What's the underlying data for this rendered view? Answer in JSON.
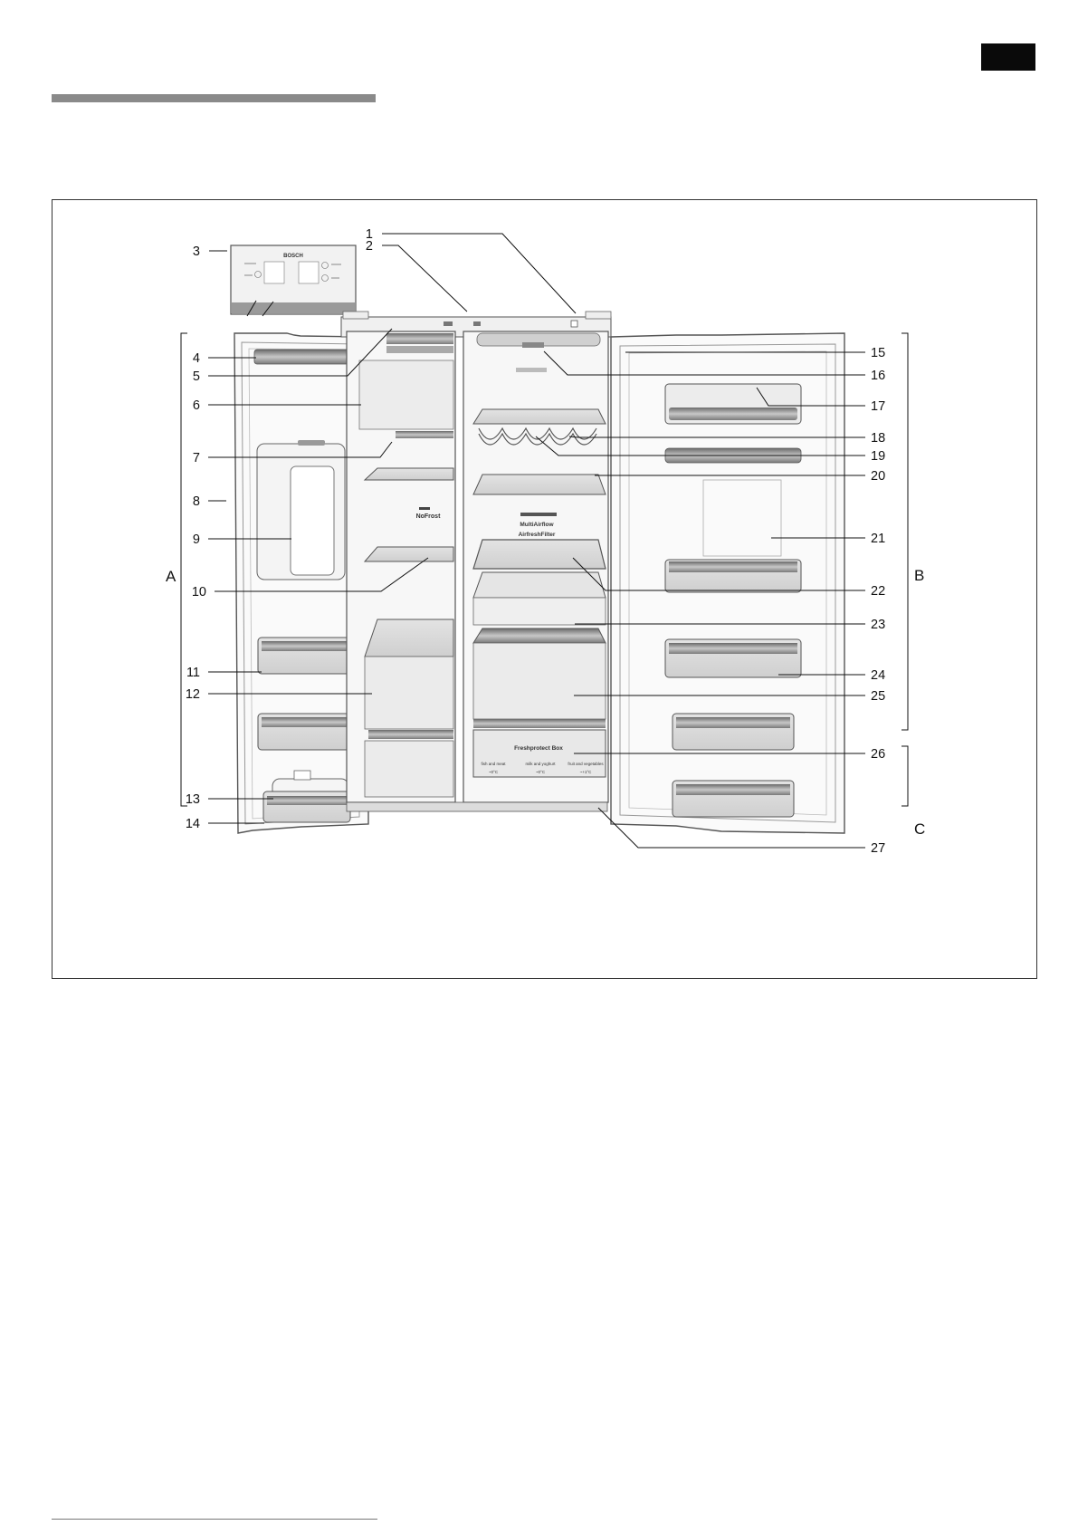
{
  "page": {
    "language_tab_color": "#0a0a0a",
    "rule_color": "#8a8a8a"
  },
  "diagram": {
    "callouts": {
      "n1": "1",
      "n2": "2",
      "n3": "3",
      "n4": "4",
      "n5": "5",
      "n6": "6",
      "n7": "7",
      "n8": "8",
      "n9": "9",
      "n10": "10",
      "n11": "11",
      "n12": "12",
      "n13": "13",
      "n14": "14",
      "n15": "15",
      "n16": "16",
      "n17": "17",
      "n18": "18",
      "n19": "19",
      "n20": "20",
      "n21": "21",
      "n22": "22",
      "n23": "23",
      "n24": "24",
      "n25": "25",
      "n26": "26",
      "n27": "27"
    },
    "brackets": {
      "a": "A",
      "b": "B",
      "c": "C"
    },
    "labels": {
      "brand": "BOSCH",
      "nofrost": "NoFrost",
      "multiairflow": "MultiAirflow",
      "airfreshfilter": "AirfreshFilter",
      "freshprotect": "Freshprotect Box",
      "fp_zone1": "fish and meat",
      "fp_zone2": "milk and yoghurt",
      "fp_zone3": "fruit and vegetables",
      "fp_temp1": "~0°C",
      "fp_temp2": "~0°C",
      "fp_temp3": "~+1°C"
    }
  }
}
